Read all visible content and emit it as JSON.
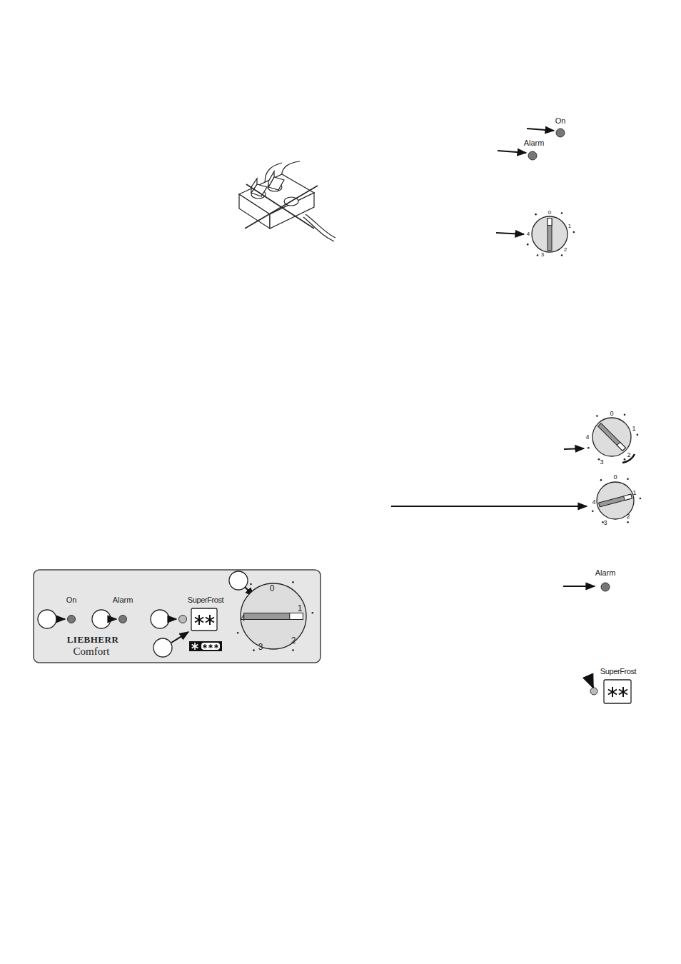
{
  "diagram": {
    "nodes": [
      {
        "text": [
          "On",
          "Alarm",
          "SuperFrost",
          "0",
          "1",
          "4",
          "LIEBHERR",
          "Comfort",
          "3",
          "2"
        ]
      }
    ],
    "labels": [
      "On",
      "Alarm",
      "0",
      "1",
      "4",
      "2",
      "3",
      "0",
      "1",
      "4",
      "3",
      "2",
      "0",
      "1",
      "4",
      "3",
      "2",
      "Alarm",
      "SuperFrost"
    ]
  }
}
